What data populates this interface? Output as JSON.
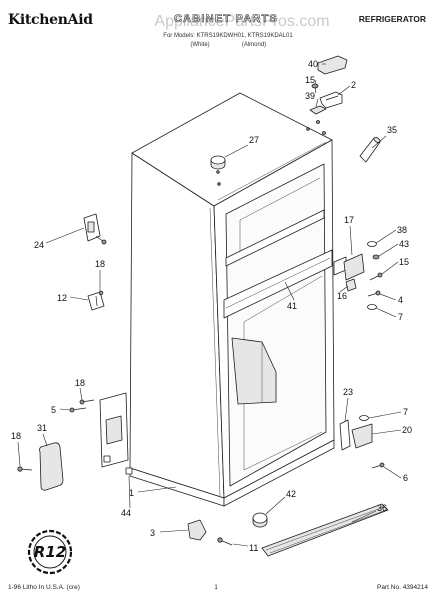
{
  "header": {
    "brand": "KitchenAid",
    "title": "CABINET PARTS",
    "category": "REFRIGERATOR",
    "models": "For Models: KTRS19KDWH01, KTRS19KDAL01",
    "color_white": "(White)",
    "color_almond": "(Almond)"
  },
  "watermark": "AppliancePartsPros.com",
  "callouts": [
    "40",
    "15",
    "2",
    "39",
    "35",
    "27",
    "24",
    "17",
    "38",
    "43",
    "15",
    "18",
    "12",
    "41",
    "16",
    "4",
    "7",
    "18",
    "5",
    "23",
    "7",
    "20",
    "18",
    "31",
    "6",
    "1",
    "44",
    "42",
    "36",
    "3",
    "11"
  ],
  "badge": "R12",
  "footer": {
    "litho": "1-96 Litho In U.S.A. (cre)",
    "page": "1",
    "part_no": "Part No. 4394214"
  }
}
